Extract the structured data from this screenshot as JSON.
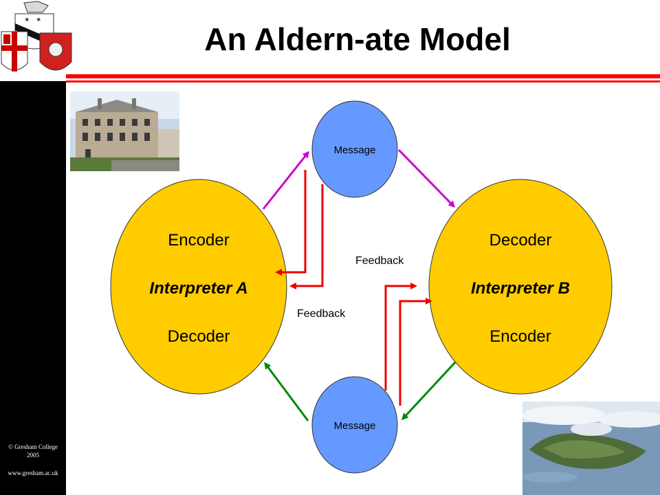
{
  "title": "An Aldern-ate Model",
  "footer": {
    "copyright": "© Gresham College",
    "year": "2005",
    "url": "www.gresham.ac.uk"
  },
  "diagram": {
    "nodes": {
      "message_top": "Message",
      "message_bottom": "Message",
      "interpreter_a": {
        "top": "Encoder",
        "name": "Interpreter A",
        "bottom": "Decoder"
      },
      "interpreter_b": {
        "top": "Decoder",
        "name": "Interpreter B",
        "bottom": "Encoder"
      }
    },
    "labels": {
      "feedback_right": "Feedback",
      "feedback_left": "Feedback"
    }
  },
  "colors": {
    "interpreter_fill": "#ffcc00",
    "message_fill": "#6699ff",
    "arrow_top": "#cc00cc",
    "arrow_bottom": "#008800",
    "feedback": "#ee0000",
    "rule": "#ff0000"
  },
  "icons": [
    "coat-of-arms-icon",
    "house-photo",
    "island-aerial-photo"
  ]
}
